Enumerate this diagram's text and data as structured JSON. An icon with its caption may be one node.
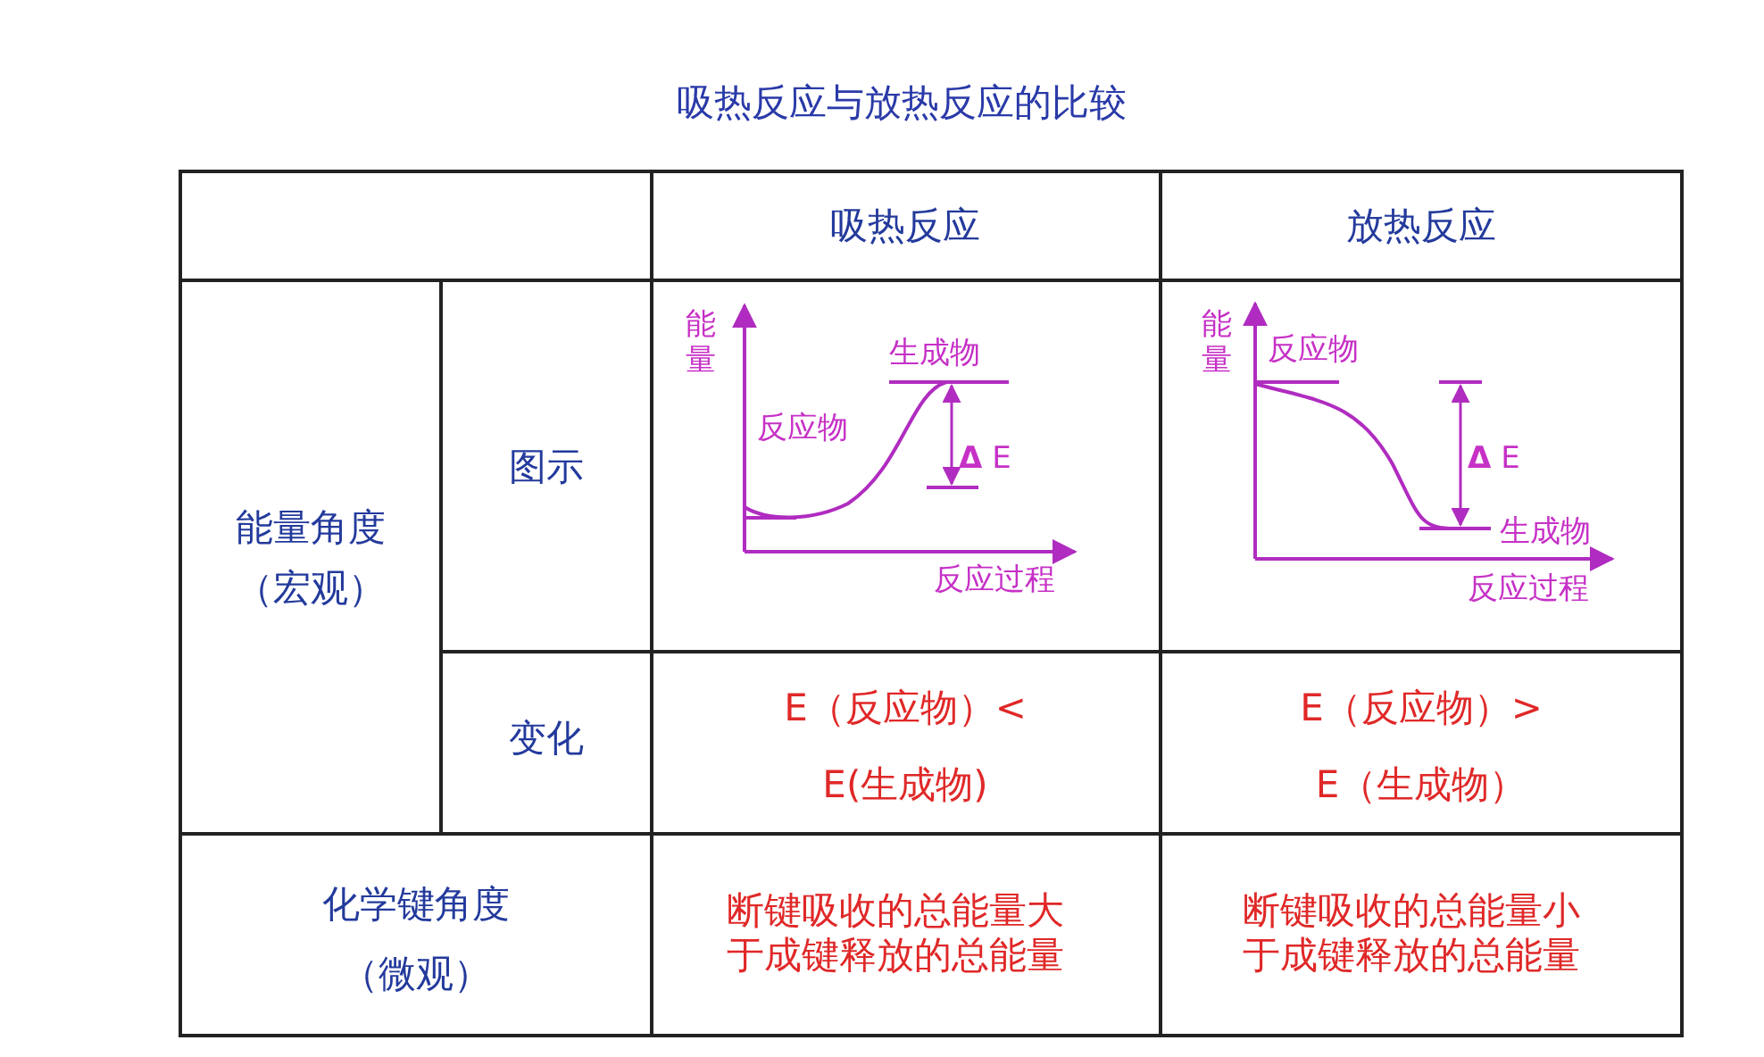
{
  "diagram": {
    "title": "吸热反应与放热反应的比较",
    "labels": [
      "吸热反应",
      "放热反应",
      "能量角度",
      "（宏观）",
      "图示",
      "能量",
      "生成物",
      "反应物",
      "**Δ** E",
      "反应过程",
      "能量",
      "反应物",
      "**Δ** E",
      "生成物",
      "反应过程",
      "变化",
      "E（反应物）<",
      "E(生成物)",
      "E（反应物）>",
      "E（生成物）",
      "化学键角度",
      "（微观）",
      "断键吸收的总能量大于成键释放的总能量",
      "断键吸收的总能量小于成键释放的总能量"
    ]
  }
}
